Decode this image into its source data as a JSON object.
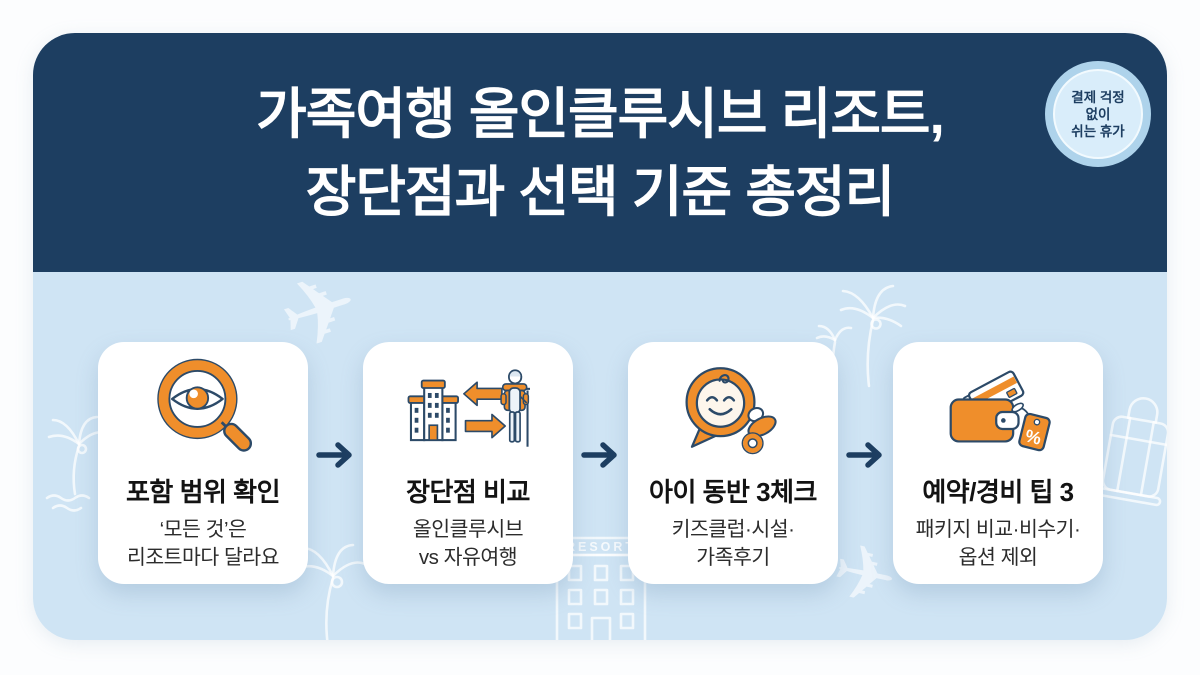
{
  "header": {
    "title_line1": "가족여행 올인클루시브 리조트,",
    "title_line2": "장단점과 선택 기준 총정리"
  },
  "badge": {
    "line1": "결제 걱정",
    "line2": "없이",
    "line3": "쉬는 휴가"
  },
  "steps": [
    {
      "icon": "magnifier-eye-icon",
      "title": "포함 범위 확인",
      "desc_line1": "‘모든 것’은",
      "desc_line2": "리조트마다 달라요"
    },
    {
      "icon": "hotel-vs-backpacker-icon",
      "title": "장단점 비교",
      "desc_line1": "올인클루시브",
      "desc_line2": "vs 자유여행"
    },
    {
      "icon": "baby-bubble-pacifier-icon",
      "title": "아이 동반 3체크",
      "desc_line1": "키즈클럽·시설·",
      "desc_line2": "가족후기"
    },
    {
      "icon": "wallet-discount-tag-icon",
      "title": "예약/경비 팁 3",
      "desc_line1": "패키지 비교·비수기·",
      "desc_line2": "옵션 제외"
    }
  ],
  "icons": {
    "tag_percent": "%",
    "plane_glyph": "✈"
  },
  "background": {
    "resort_sign": "RESORT",
    "decorations": [
      "airplane-outline",
      "palm-trees-outline",
      "suitcase-outline",
      "palm-waves-outline",
      "palm-coconut-outline",
      "resort-building-outline",
      "airplane-outline-small"
    ]
  },
  "colors": {
    "header_navy": "#1d3e61",
    "body_light_blue": "#cfe4f4",
    "accent_orange": "#ef8e2b",
    "icon_outline_navy": "#2c4a68",
    "card_bg": "#ffffff",
    "badge_bg": "#aed3eb",
    "badge_inner_bg": "#d9edfa",
    "title_text": "#ffffff",
    "card_title_text": "#131313",
    "card_desc_text": "#2c2c2c"
  }
}
